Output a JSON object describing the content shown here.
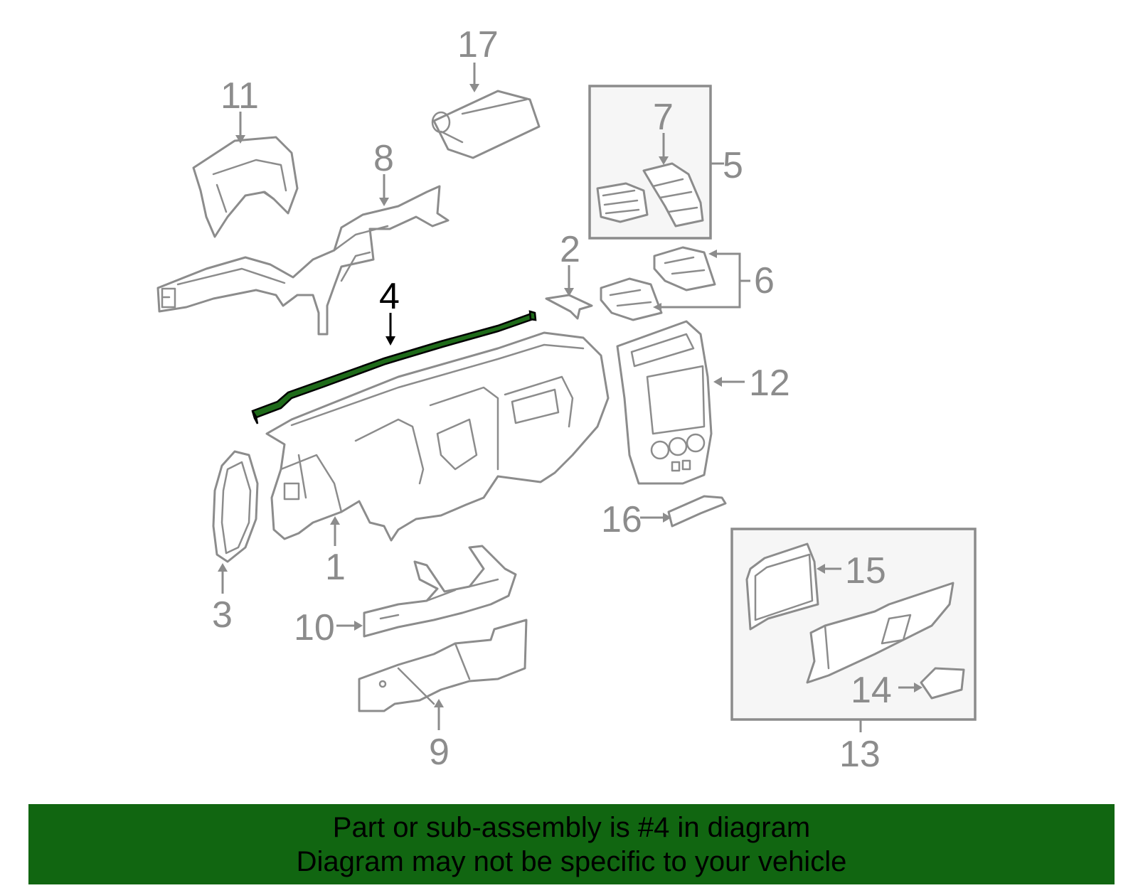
{
  "diagram": {
    "highlight_color": "#1f6b1a",
    "line_color": "#8c8c8c",
    "callouts": {
      "c1": "1",
      "c2": "2",
      "c3": "3",
      "c4": "4",
      "c5": "5",
      "c6": "6",
      "c7": "7",
      "c8": "8",
      "c9": "9",
      "c10": "10",
      "c11": "11",
      "c12": "12",
      "c13": "13",
      "c14": "14",
      "c15": "15",
      "c16": "16",
      "c17": "17"
    },
    "highlighted_callout": "4"
  },
  "banner": {
    "background": "#116611",
    "line1": "Part or sub-assembly is #4 in diagram",
    "line2": "Diagram may not be specific to your vehicle"
  }
}
